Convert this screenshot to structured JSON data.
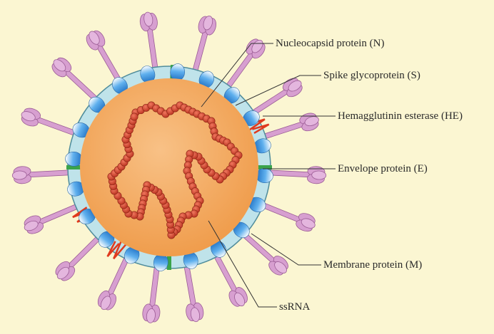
{
  "diagram": {
    "colors": {
      "background": "#fbf6d2",
      "envelope": "#bfe3ea",
      "envelope_edge": "#4f8c9b",
      "core": "#f2a14e",
      "rna": "#d9472e",
      "spike": "#d79fd0",
      "membrane_protein": "#3f8fd6",
      "envelope_protein": "#3aa34a",
      "he_protein": "#e03a1e",
      "leader_line": "#333333"
    },
    "labels": {
      "nucleocapsid": "Nucleocapsid protein (N)",
      "spike": "Spike glycoprotein (S)",
      "hemagglutinin": "Hemagglutinin esterase (HE)",
      "envelope": "Envelope protein (E)",
      "membrane": "Membrane protein (M)",
      "ssrna": "ssRNA"
    }
  }
}
